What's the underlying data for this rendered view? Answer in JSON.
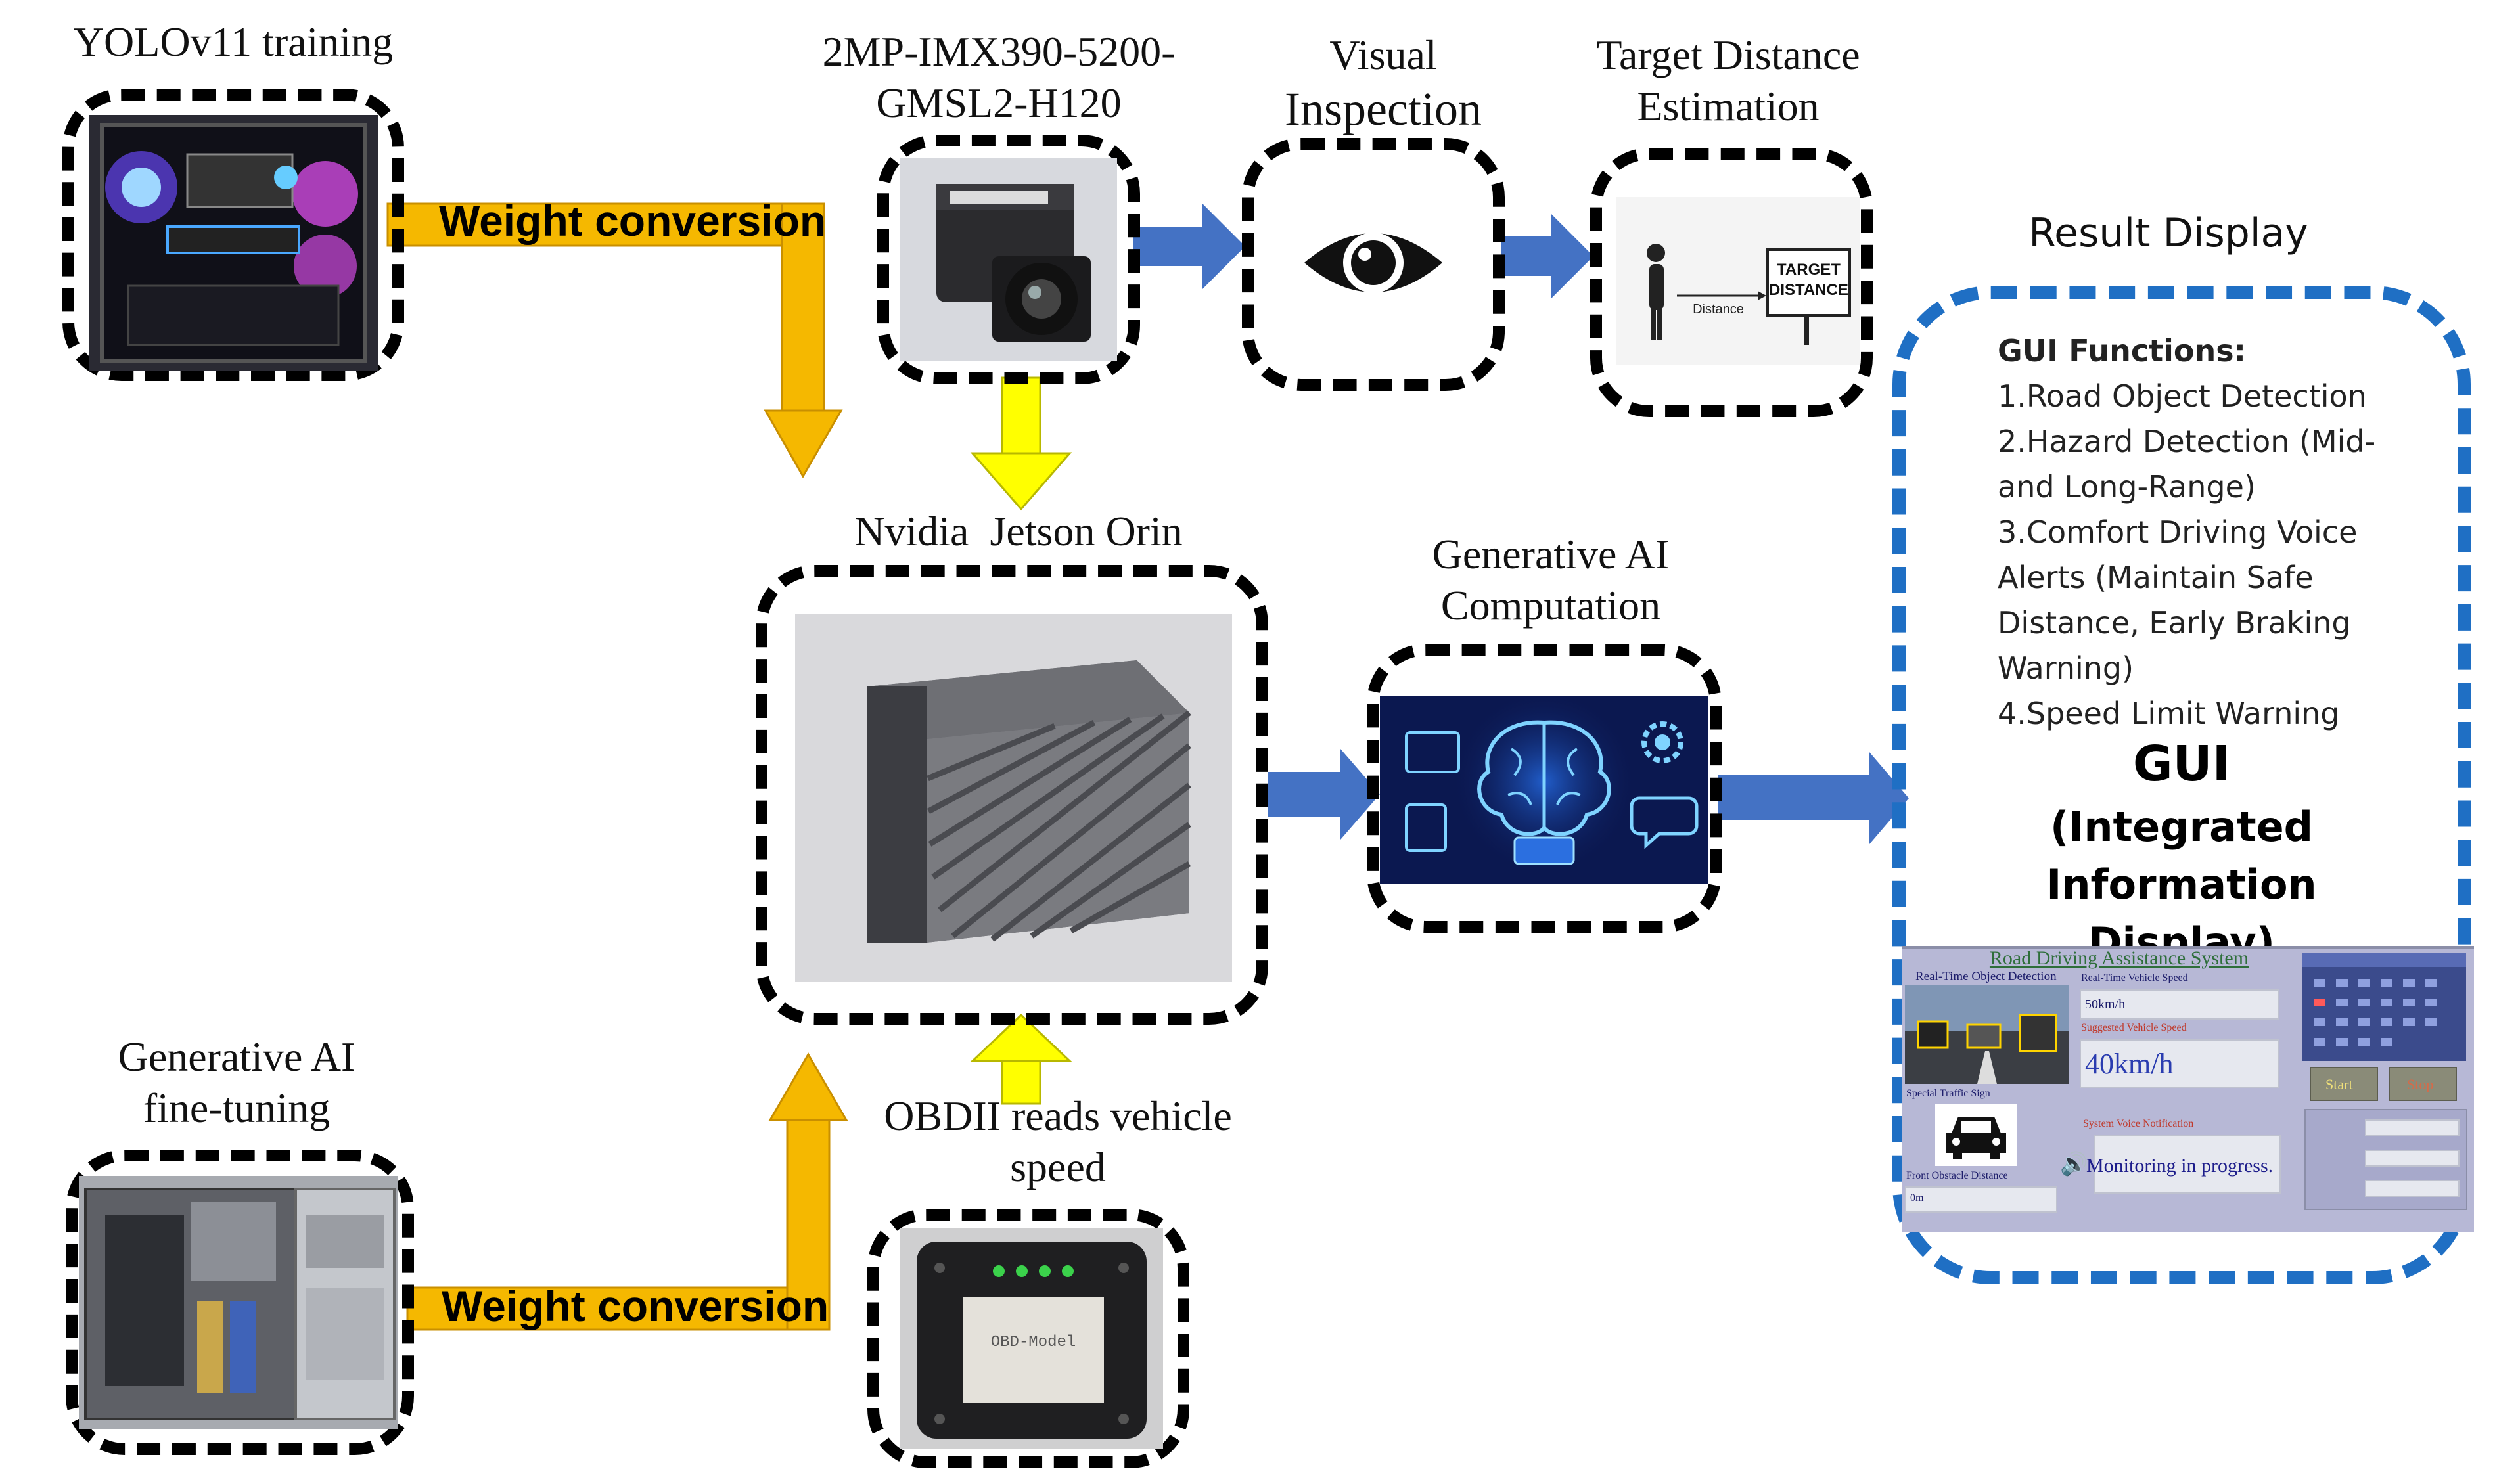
{
  "colors": {
    "dash": "#000000",
    "result_dash": "#1f6fc4",
    "weight_arrow": "#f5b800",
    "feed_arrow": "#ffff00",
    "flow_arrow": "#4472c4",
    "gui_bg": "#b7b8d6"
  },
  "nodes": {
    "yolo": {
      "label": "YOLOv11 training"
    },
    "camera": {
      "label_line1": "2MP-IMX390-5200-",
      "label_line2": "GMSL2-H120"
    },
    "visual": {
      "label_line1": "Visual",
      "label_line2": "Inspection",
      "icon": "eye-icon"
    },
    "target": {
      "label_line1": "Target Distance",
      "label_line2": "Estimation",
      "sign_line1": "TARGET",
      "sign_line2": "DISTANCE",
      "arrow_text": "Distance"
    },
    "jetson": {
      "label": "Nvidia  Jetson Orin"
    },
    "genai_comp": {
      "label_line1": "Generative AI",
      "label_line2": "Computation"
    },
    "finetune": {
      "label_line1": "Generative AI",
      "label_line2": "fine-tuning"
    },
    "obd": {
      "label_line1": "OBDII reads vehicle",
      "label_line2": "speed",
      "device_text": "OBD-Model"
    }
  },
  "arrows": {
    "weight_top": "Weight conversion",
    "weight_bottom": "Weight conversion"
  },
  "result": {
    "title": "Result Display",
    "functions_heading": "GUI Functions:",
    "functions": [
      "1.Road Object Detection",
      "2.Hazard Detection (Mid-",
      "and Long-Range)",
      "3.Comfort Driving Voice",
      "Alerts (Maintain Safe",
      "Distance, Early Braking",
      "Warning)",
      "4.Speed Limit Warning"
    ],
    "gui_title": "GUI",
    "gui_subtitle_line1": "(Integrated Information",
    "gui_subtitle_line2": "Display)"
  },
  "gui": {
    "title": "Road Driving Assistance System",
    "object_detection": "Real-Time Object Detection",
    "vehicle_speed_label": "Real-Time Vehicle Speed",
    "vehicle_speed_value": "50km/h",
    "suggested_speed_label": "Suggested Vehicle Speed",
    "suggested_speed_value": "40km/h",
    "traffic_sign_label": "Special Traffic Sign",
    "voice_label": "System Voice Notification",
    "voice_value": "Monitoring in progress.",
    "obstacle_label": "Front Obstacle Distance",
    "obstacle_value": "0m",
    "start": "Start",
    "stop": "Stop"
  }
}
